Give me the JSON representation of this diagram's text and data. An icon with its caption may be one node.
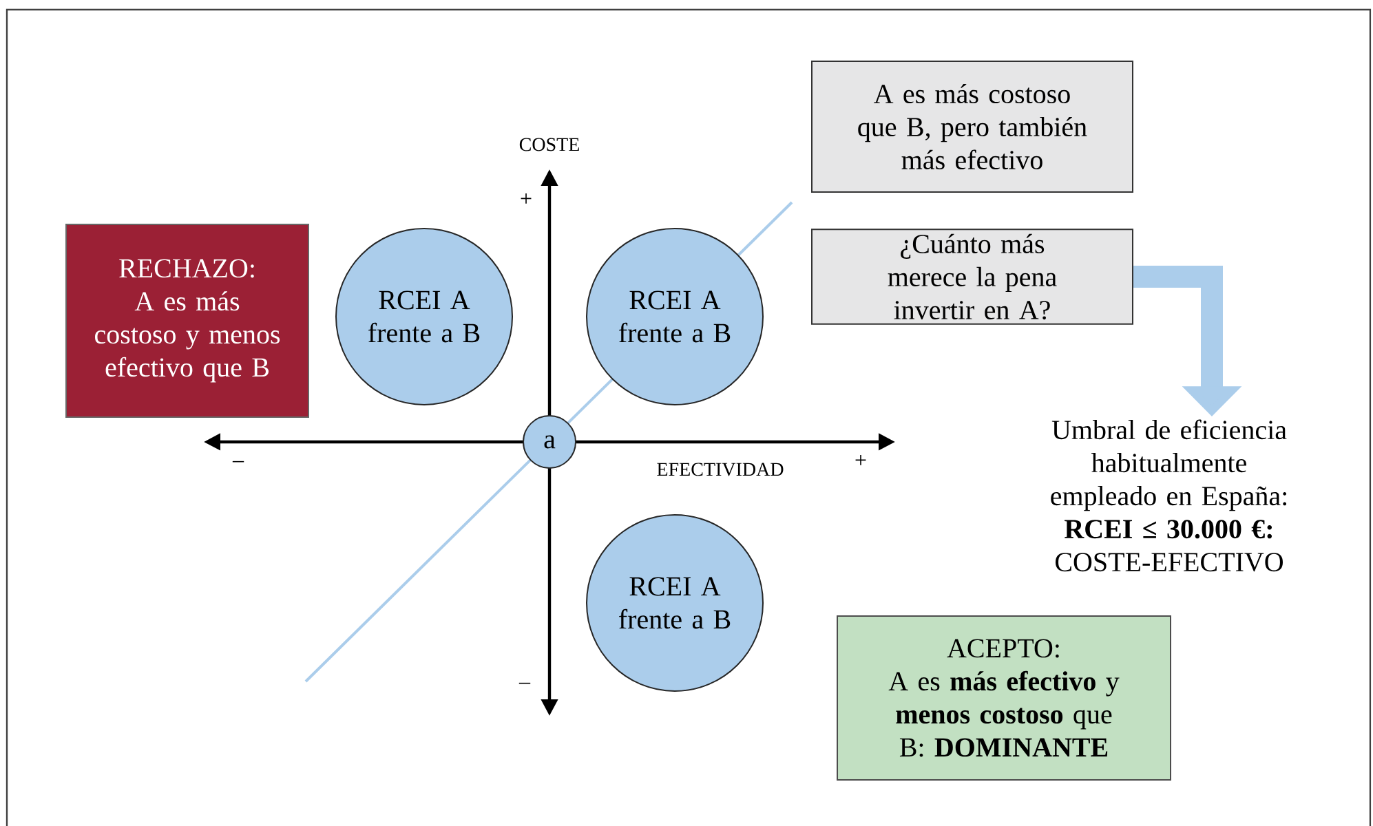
{
  "diagram": {
    "nodes": [
      {
        "text": [
          "A es más costoso que B, pero también más efectivo"
        ]
      },
      {
        "text": [
          "RECHAZO:",
          "A es más costoso y menos efectivo que B"
        ]
      },
      {
        "text": [
          "RCEI A frente a B"
        ]
      },
      {
        "text": [
          "RCEI A frente a B"
        ]
      },
      {
        "text": [
          "¿Cuánto más merece la pena invertir en A?"
        ]
      },
      {
        "text": [
          "a"
        ]
      },
      {
        "text": [
          "Umbral de eficiencia habitualmente empleado en España: **RCEI ≤ 30.000 €:** COSTE-EFECTIVO"
        ]
      },
      {
        "text": [
          "RCEI A frente a B"
        ]
      },
      {
        "text": [
          "ACEPTO:",
          "A es **más efectivo** y **menos costoso** que B: **DOMINANTE**"
        ]
      }
    ],
    "edges": [
      {
        "from": 4,
        "to": 6,
        "arrow": "to"
      }
    ],
    "labels": [
      "COSTE",
      "+",
      "–",
      "+",
      "EFECTIVIDAD",
      "–"
    ]
  }
}
